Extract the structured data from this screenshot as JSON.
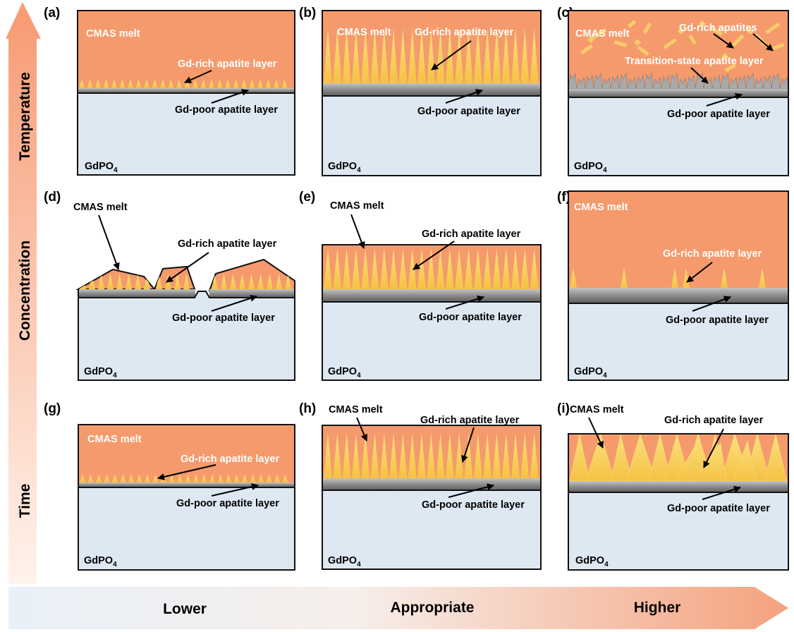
{
  "axes": {
    "vertical": [
      "Temperature",
      "Concentration",
      "Time"
    ],
    "horizontal": [
      "Lower",
      "Appropriate",
      "Higher"
    ]
  },
  "labels": {
    "cmas": "CMAS melt",
    "rich": "Gd-rich apatite layer",
    "poor": "Gd-poor apatite layer",
    "rich_plural": "Gd-rich apatites",
    "transition": "Transition-state apatite layer",
    "substrate": "GdPO",
    "substrate_sub": "4"
  },
  "panels": [
    {
      "id": "a",
      "tag": "(a)"
    },
    {
      "id": "b",
      "tag": "(b)"
    },
    {
      "id": "c",
      "tag": "(c)"
    },
    {
      "id": "d",
      "tag": "(d)"
    },
    {
      "id": "e",
      "tag": "(e)"
    },
    {
      "id": "f",
      "tag": "(f)"
    },
    {
      "id": "g",
      "tag": "(g)"
    },
    {
      "id": "h",
      "tag": "(h)"
    },
    {
      "id": "i",
      "tag": "(i)"
    }
  ],
  "colors": {
    "melt": "#f59a6c",
    "apatite": "#f7c95a",
    "apatite_light": "#fbe08a",
    "substrate": "#dde8f2",
    "poor_layer": "#8a8a8a",
    "arrow_top": "#f7a07c",
    "arrow_bottom": "#fde3d5"
  }
}
